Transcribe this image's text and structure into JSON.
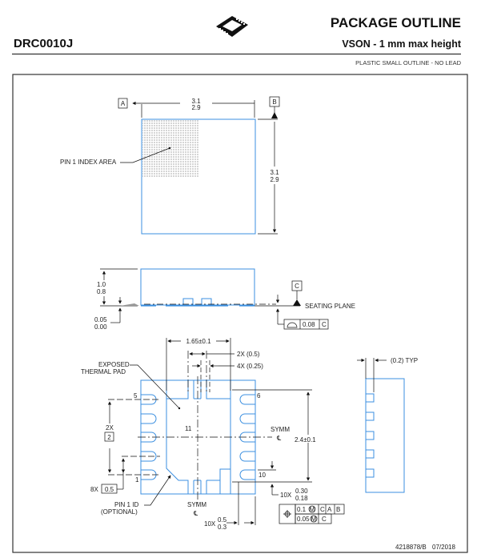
{
  "header": {
    "title": "PACKAGE OUTLINE",
    "part_number": "DRC0010J",
    "subtitle": "VSON - 1 mm max height",
    "description": "PLASTIC SMALL OUTLINE - NO LEAD"
  },
  "top_view": {
    "datum_a": "A",
    "datum_b": "B",
    "width_max": "3.1",
    "width_min": "2.9",
    "height_max": "3.1",
    "height_min": "2.9",
    "pin1_label": "PIN 1 INDEX AREA"
  },
  "side_view": {
    "height_max": "1.0",
    "height_min": "0.8",
    "standoff_max": "0.05",
    "standoff_min": "0.00",
    "datum_c": "C",
    "seating_plane_label": "SEATING PLANE",
    "flatness_tolerance": "0.08",
    "flatness_datum": "C"
  },
  "bottom_view": {
    "thermal_pad_label_line1": "EXPOSED",
    "thermal_pad_label_line2": "THERMAL PAD",
    "pad_width": "1.65±0.1",
    "pitch_slot": "2X (0.5)",
    "slot_width": "4X (0.25)",
    "pad_height": "2.4±0.1",
    "pin_5": "5",
    "pin_6": "6",
    "pin_1": "1",
    "pin_10": "10",
    "pin_11": "11",
    "pitch_count": "2X",
    "pitch_basic": "2",
    "pitch_8x": "8X",
    "pitch_8x_value": "0.5",
    "symm_label": "SYMM",
    "symm_symbol": "℄",
    "lead_width_count": "10X",
    "lead_width_max": "0.30",
    "lead_width_min": "0.18",
    "lead_length_count": "10X",
    "lead_length_max": "0.5",
    "lead_length_min": "0.3",
    "pin1_id_line1": "PIN 1 ID",
    "pin1_id_line2": "(OPTIONAL)",
    "position_tol_1": "0.1",
    "position_tol_2": "0.05",
    "mmc": "M",
    "datum_c": "C",
    "datum_a": "A",
    "datum_b": "B"
  },
  "side_view_2": {
    "lead_thickness": "(0.2) TYP"
  },
  "footer": {
    "drawing_id": "4218878/B",
    "date": "07/2018"
  }
}
